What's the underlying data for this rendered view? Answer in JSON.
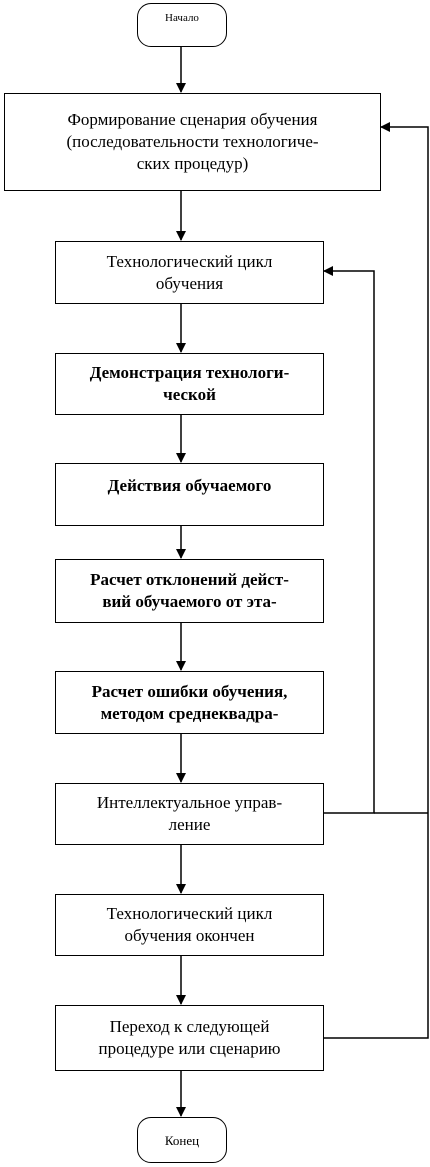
{
  "start": {
    "label": "Начало"
  },
  "steps": [
    {
      "id": "scenario",
      "label": "Формирование сценария обучения\n(последовательности технологиче-\nских процедур)"
    },
    {
      "id": "tech-cycle",
      "label": "Технологический цикл\nобучения"
    },
    {
      "id": "demo",
      "label": "Демонстрация технологи-\nческой"
    },
    {
      "id": "actions",
      "label": "Действия обучаемого"
    },
    {
      "id": "deviation",
      "label": "Расчет отклонений дейст-\nвий обучаемого от эта-"
    },
    {
      "id": "error",
      "label": "Расчет ошибки обучения,\nметодом среднеквадра-"
    },
    {
      "id": "control",
      "label": "Интеллектуальное управ-\nление"
    },
    {
      "id": "cycle-done",
      "label": "Технологический цикл\nобучения окончен"
    },
    {
      "id": "next",
      "label": "Переход к следующей\nпроцедуре или сценарию"
    }
  ],
  "end": {
    "label": "Конец"
  }
}
